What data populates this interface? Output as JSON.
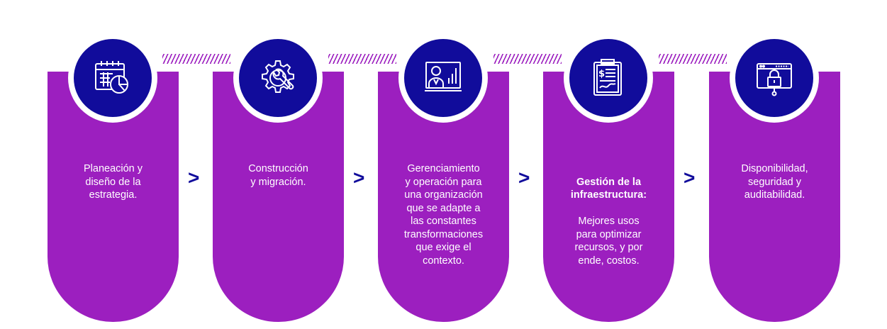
{
  "colors": {
    "card": "#9c1fbf",
    "icon_circle": "#110c9b",
    "arrow": "#110c9b",
    "hatch": "#9c1fbf"
  },
  "steps": [
    {
      "icon": "calendar-pie-chart-icon",
      "text": "Planeación y\ndiseño de la\nestrategia."
    },
    {
      "icon": "gear-wrench-icon",
      "text": "Construcción\ny migración."
    },
    {
      "icon": "presentation-board-icon",
      "text": "Gerenciamiento\ny operación para\nuna organización\nque se adapte a\nlas constantes\ntransformaciones\nque exige el\ncontexto."
    },
    {
      "icon": "budget-clipboard-icon",
      "bold": "Gestión de la\ninfraestructura:",
      "text": "Mejores usos\npara optimizar\nrecursos, y por\nende, costos."
    },
    {
      "icon": "browser-lock-icon",
      "text": "Disponibilidad,\nseguridad y\nauditabilidad."
    }
  ],
  "arrows": [
    ">",
    ">",
    ">",
    ">"
  ]
}
